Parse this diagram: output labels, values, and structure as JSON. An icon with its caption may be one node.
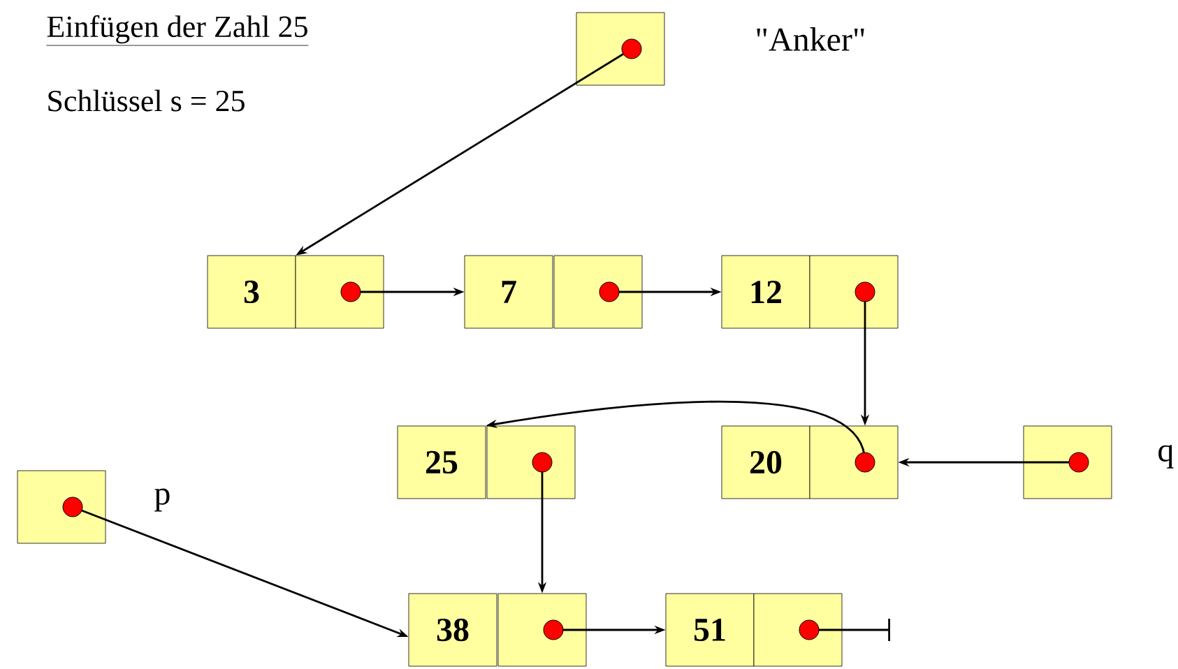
{
  "diagram": {
    "title": "Einfügen der Zahl 25",
    "nodes": [
      {
        "text": [],
        "shape": "box",
        "beside": [
          "\"Anker\""
        ]
      },
      {
        "text": [
          "3"
        ]
      },
      {
        "text": [],
        "shape": "box"
      },
      {
        "text": [
          "7"
        ]
      },
      {
        "text": [],
        "shape": "box"
      },
      {
        "text": [
          "12"
        ]
      },
      {
        "text": [],
        "shape": "box"
      },
      {
        "text": [
          "25"
        ]
      },
      {
        "text": [],
        "shape": "box"
      },
      {
        "text": [
          "20"
        ]
      },
      {
        "text": [],
        "shape": "box"
      },
      {
        "text": [],
        "shape": "box",
        "beside": [
          "q"
        ]
      },
      {
        "text": [],
        "shape": "box",
        "beside": [
          "p"
        ]
      },
      {
        "text": [
          "38"
        ]
      },
      {
        "text": [],
        "shape": "box"
      },
      {
        "text": [
          "51"
        ]
      },
      {
        "text": [],
        "shape": "box"
      }
    ],
    "edges": [
      {
        "from": 0,
        "to": 1,
        "arrow": "to"
      },
      {
        "from": 2,
        "to": 3,
        "arrow": "to"
      },
      {
        "from": 4,
        "to": 5,
        "arrow": "to"
      },
      {
        "from": 6,
        "to": 10,
        "arrow": "to"
      },
      {
        "from": 10,
        "to": 7,
        "arrow": "to"
      },
      {
        "from": 11,
        "to": 10,
        "arrow": "to"
      },
      {
        "from": 8,
        "to": 14,
        "arrow": "to"
      },
      {
        "from": 12,
        "to": 13,
        "arrow": "to"
      },
      {
        "from": 14,
        "to": 15,
        "arrow": "to"
      },
      {
        "from": 16,
        "to": null,
        "arrow": "other"
      }
    ],
    "labels": [
      "Schlüssel s = 25"
    ]
  }
}
